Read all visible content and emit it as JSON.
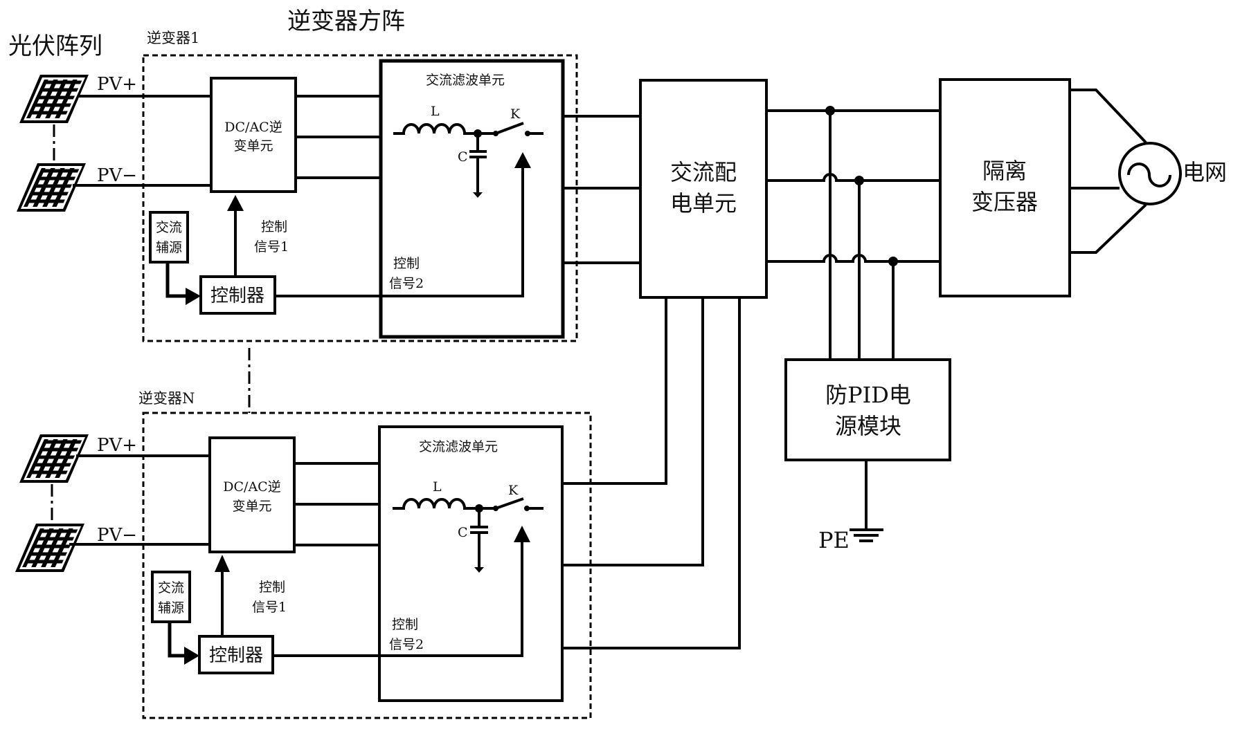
{
  "title": "逆变器方阵",
  "pv_array_label": "光伏阵列",
  "pv_plus": "PV+",
  "pv_minus": "PV−",
  "inverters": [
    {
      "label": "逆变器1",
      "dcac": [
        "DC/AC逆",
        "变单元"
      ],
      "aux_power": [
        "交流",
        "辅源"
      ],
      "controller": "控制器",
      "signal1": [
        "控制",
        "信号1"
      ],
      "signal2": [
        "控制",
        "信号2"
      ],
      "filter_title": "交流滤波单元",
      "inductor": "L",
      "capacitor": "C",
      "switch": "K"
    },
    {
      "label": "逆变器N",
      "dcac": [
        "DC/AC逆",
        "变单元"
      ],
      "aux_power": [
        "交流",
        "辅源"
      ],
      "controller": "控制器",
      "signal1": [
        "控制",
        "信号1"
      ],
      "signal2": [
        "控制",
        "信号2"
      ],
      "filter_title": "交流滤波单元",
      "inductor": "L",
      "capacitor": "C",
      "switch": "K"
    }
  ],
  "ac_distribution": [
    "交流配",
    "电单元"
  ],
  "isolation_transformer": [
    "隔离",
    "变压器"
  ],
  "grid": "电网",
  "pid_module": [
    "防PID电",
    "源模块"
  ],
  "ground": "PE"
}
